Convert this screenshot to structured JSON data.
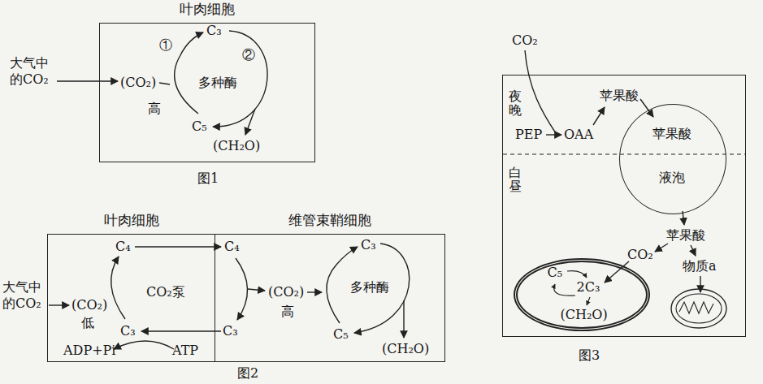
{
  "diagram": {
    "nodes": [
      {
        "text": [
          "叶肉细胞"
        ]
      },
      {
        "text": [
          "叶肉细胞"
        ]
      },
      {
        "text": [
          "维管束鞘细胞"
        ]
      },
      {
        "text": [
          "夜晚",
          "白昼"
        ]
      },
      {
        "text": [
          "苹果酸",
          "液泡"
        ],
        "in": 3
      },
      {
        "text": [
          "C₅",
          "2C₃",
          "(CH₂O)"
        ],
        "in": 3
      }
    ],
    "labels": [
      "大气中 的CO₂",
      "(CO₂)",
      "①",
      "C₃",
      "多种酶",
      "②",
      "高",
      "C₅",
      "(CH₂O)",
      "图1",
      "大气中 的CO₂",
      "(CO₂)",
      "低",
      "C₄",
      "CO₂泵",
      "C₃",
      "ADP+Pi",
      "ATP",
      "C₄",
      "C₃",
      "(CO₂)",
      "高",
      "C₃",
      "多种酶",
      "C₅",
      "(CH₂O)",
      "图2",
      "CO₂",
      "PEP",
      "OAA",
      "苹果酸",
      "苹果酸",
      "CO₂",
      "物质a",
      "图3"
    ]
  }
}
